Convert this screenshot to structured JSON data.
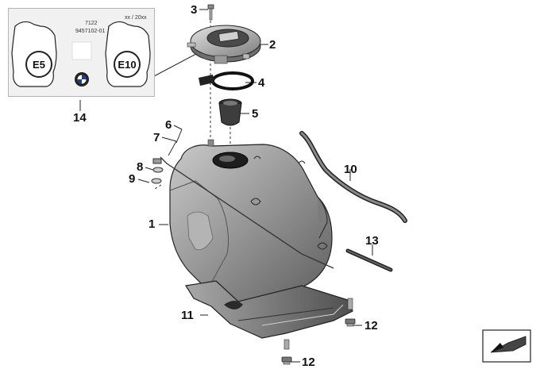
{
  "fuel_label": {
    "part_number": "7122",
    "code": "9457102-01",
    "date": "xx / 20xx",
    "grade_left": "E5",
    "grade_right": "E10"
  },
  "callouts": [
    "1",
    "2",
    "3",
    "4",
    "5",
    "6",
    "7",
    "8",
    "9",
    "10",
    "11",
    "12",
    "12",
    "13",
    "14"
  ],
  "colors": {
    "tank_fill": "#9a9a9a",
    "tank_shadow": "#6f6f6f",
    "line": "#222222",
    "label_bg": "#f1f1f1"
  },
  "icons": [
    "bmw-roundel-icon",
    "view-direction-arrow-icon"
  ]
}
